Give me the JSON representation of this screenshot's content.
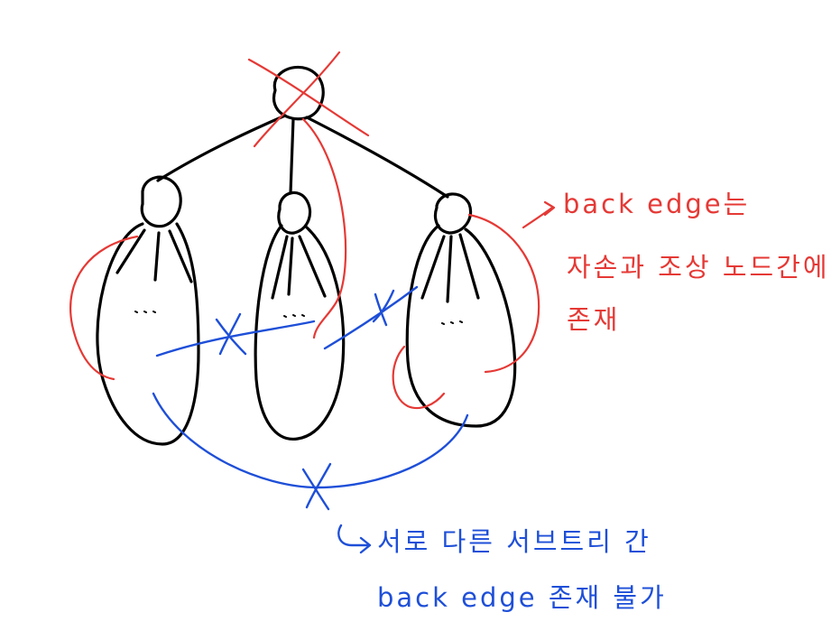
{
  "colors": {
    "tree": "#000000",
    "back_edge_ancestor": "#e53935",
    "cross_subtree": "#1e4fd8"
  },
  "tree": {
    "root_crossed": true,
    "subtrees": 3,
    "subtree_placeholder": "..."
  },
  "annotations": {
    "red_note": {
      "line1": "back edge는",
      "line2": "자손과 조상 노드간에만",
      "line3": "존재"
    },
    "blue_note": {
      "line1": "서로 다른 서브트리 간",
      "line2": "back edge 존재 불가"
    }
  }
}
